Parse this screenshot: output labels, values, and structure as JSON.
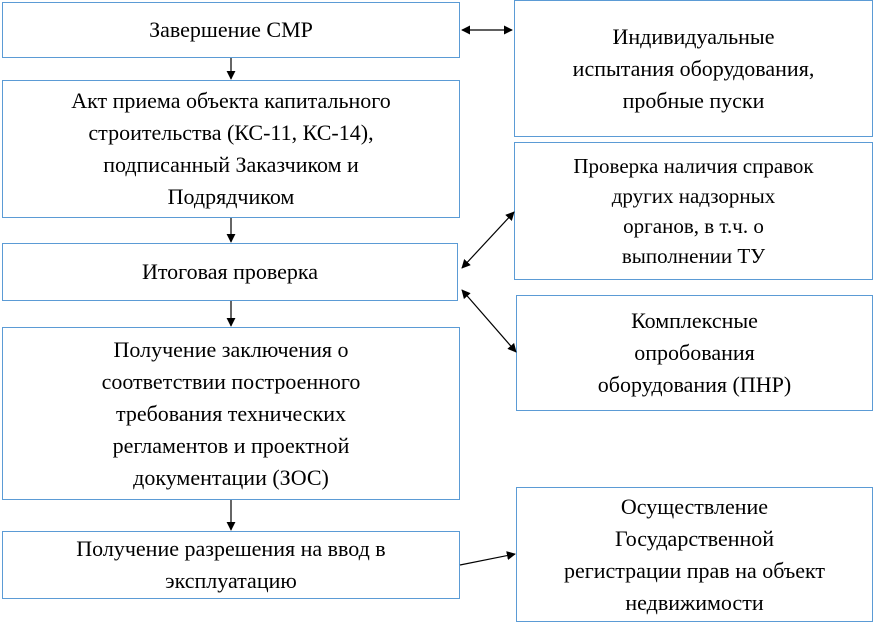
{
  "diagram": {
    "boxes": {
      "smr_completion": "Завершение СМР",
      "acceptance_act": "Акт приема объекта капитального\nстроительства (КС-11, КС-14),\nподписанный Заказчиком и\nПодрядчиком",
      "final_inspection": "Итоговая проверка",
      "zos": "Получение заключения о\nсоответствии построенного\nтребования технических\nрегламентов и проектной\nдокументации (ЗОС)",
      "commissioning_permit": "Получение разрешения на ввод в\nэксплуатацию",
      "individual_tests": "Индивидуальные\nиспытания оборудования,\nпробные пуски",
      "certificates_check": "Проверка наличия справок\nдругих надзорных\nорганов, в т.ч. о\nвыполнении ТУ",
      "complex_testing": "Комплексные\nопробования\nоборудования (ПНР)",
      "state_registration": "Осуществление\nГосударственной\nрегистрации прав на объект\nнедвижимости"
    },
    "colors": {
      "box_border": "#5b9bd5",
      "arrow": "#000000"
    }
  }
}
